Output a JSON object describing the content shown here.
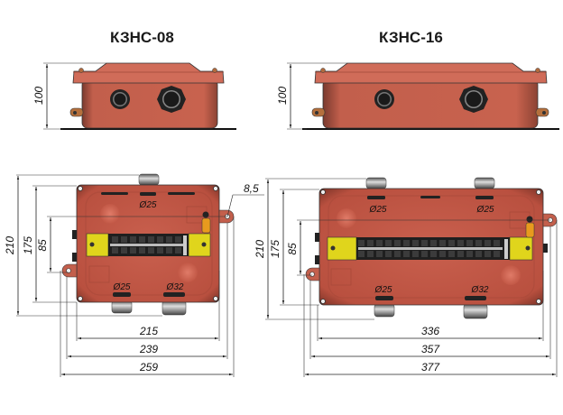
{
  "models": [
    {
      "name": "КЗНС-08",
      "side_height": "100",
      "top_height_outer": "210",
      "top_height_body": "175",
      "rail_spacing": "85",
      "top_glands": [
        "Ø25"
      ],
      "bottom_glands": [
        "Ø25",
        "Ø32"
      ],
      "widths": [
        "215",
        "239",
        "259"
      ],
      "terminal_count": 8
    },
    {
      "name": "КЗНС-16",
      "side_height": "100",
      "top_height_outer": "210",
      "top_height_body": "175",
      "rail_spacing": "85",
      "top_glands": [
        "Ø25",
        "Ø25"
      ],
      "bottom_glands": [
        "Ø25",
        "Ø32"
      ],
      "widths": [
        "336",
        "357",
        "377"
      ],
      "terminal_count": 16
    }
  ],
  "mount_hole_dim": "8,5",
  "colors": {
    "enclosure": "#c8604f",
    "enclosure_dark": "#9e4536",
    "lid": "#d26e5b",
    "terminal_block": "#222222",
    "end_bracket": "#e0d51c",
    "dim_line": "#222222"
  }
}
